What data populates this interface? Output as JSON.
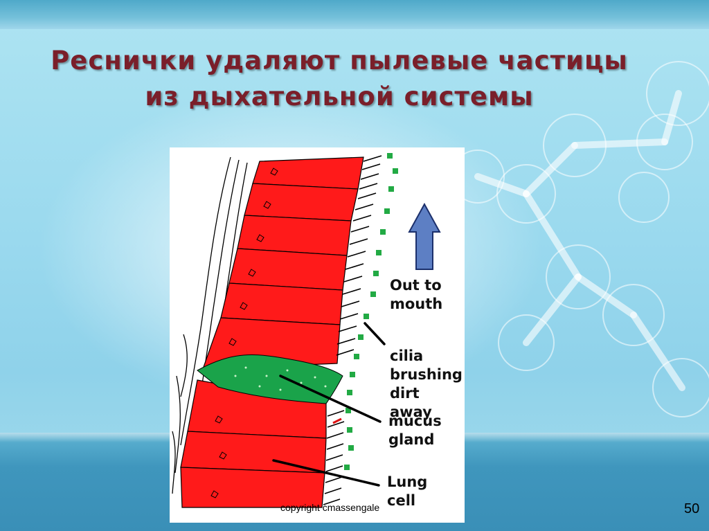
{
  "slide": {
    "title_line1": "Реснички удаляют пылевые частицы",
    "title_line2": "из дыхательной системы",
    "page_number": "50"
  },
  "diagram": {
    "label_out_line1": "Out to",
    "label_out_line2": "mouth",
    "label_cilia_line1": "cilia",
    "label_cilia_line2": "brushing",
    "label_cilia_line3": "dirt away",
    "label_mucus_line1": "mucus",
    "label_mucus_line2": "gland",
    "label_lung_line1": "Lung",
    "label_lung_line2": "cell",
    "copyright": "copyright cmassengale",
    "arrow_icon": "up-arrow-icon",
    "colors": {
      "cell_red": "#ff1a1a",
      "gland_green": "#1aa34a",
      "dust_green": "#22aa44",
      "arrow_blue": "#5d7fc4"
    }
  }
}
